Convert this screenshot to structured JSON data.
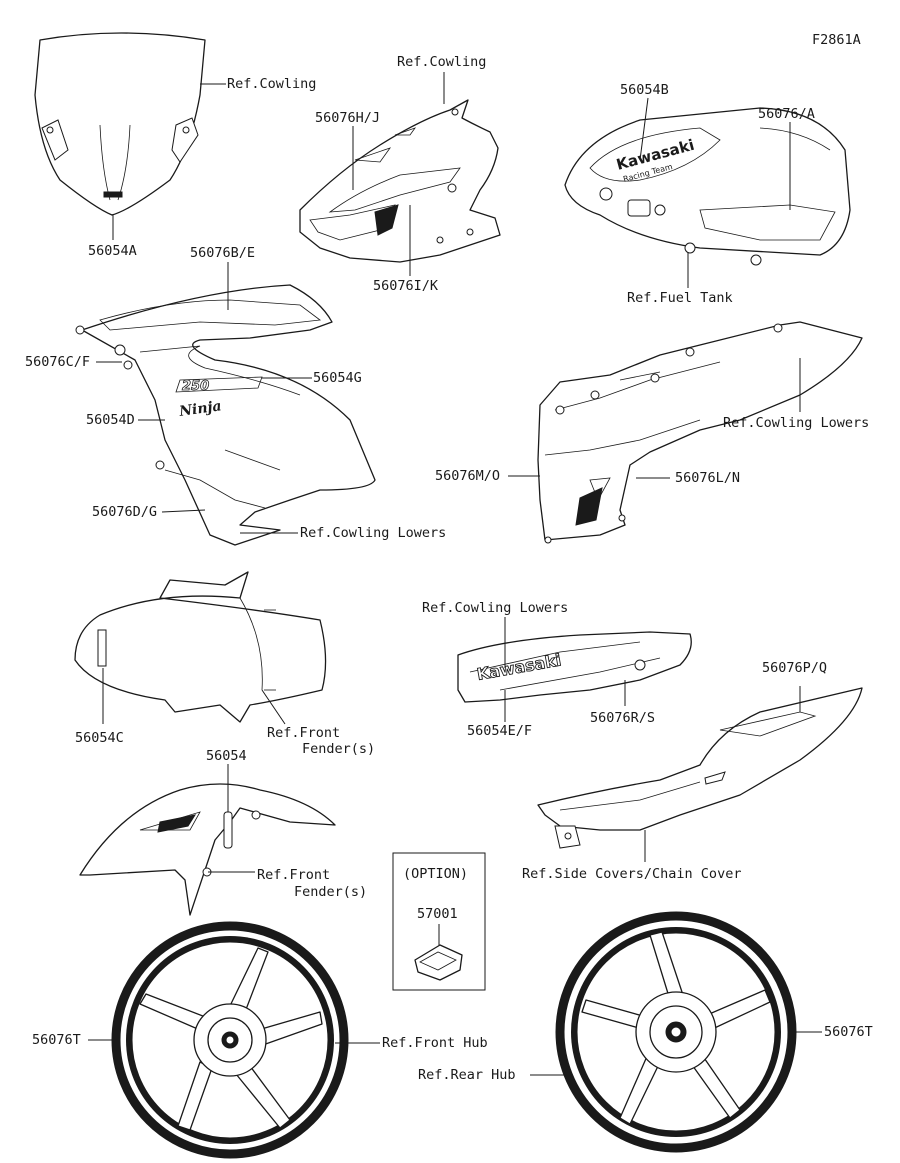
{
  "figure_id": "F2861A",
  "labels": {
    "ref_cowling_1": "Ref.Cowling",
    "p_56054A": "56054A",
    "ref_cowling_2": "Ref.Cowling",
    "p_56076HJ": "56076H/J",
    "p_56076IK": "56076I/K",
    "p_56054B": "56054B",
    "p_56076A": "56076/A",
    "ref_fuel_tank": "Ref.Fuel Tank",
    "p_56076BE": "56076B/E",
    "p_56076CF": "56076C/F",
    "p_56054G": "56054G",
    "p_56054D": "56054D",
    "p_56076DG": "56076D/G",
    "ref_cowling_lowers_1": "Ref.Cowling Lowers",
    "ref_cowling_lowers_2": "Ref.Cowling Lowers",
    "p_56076MO": "56076M/O",
    "p_56076LN": "56076L/N",
    "p_56054C": "56054C",
    "ref_front_fender_1a": "Ref.Front",
    "ref_front_fender_1b": "Fender(s)",
    "ref_cowling_lowers_3": "Ref.Cowling Lowers",
    "p_56054EF": "56054E/F",
    "p_56076RS": "56076R/S",
    "p_56076PQ": "56076P/Q",
    "p_56054": "56054",
    "ref_front_fender_2a": "Ref.Front",
    "ref_front_fender_2b": "Fender(s)",
    "ref_side_covers": "Ref.Side Covers/Chain Cover",
    "option": "(OPTION)",
    "p_57001": "57001",
    "p_56076T_left": "56076T",
    "ref_front_hub": "Ref.Front Hub",
    "ref_rear_hub": "Ref.Rear Hub",
    "p_56076T_right": "56076T"
  },
  "decal_text": {
    "kawasaki": "Kawasaki",
    "racing_team": "Racing Team",
    "ninja": "Ninja",
    "model": "250"
  }
}
